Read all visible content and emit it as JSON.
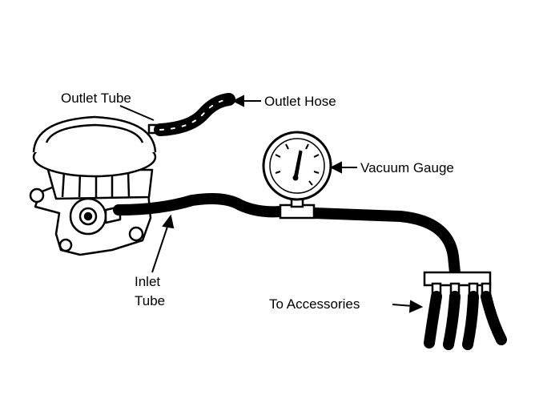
{
  "labels": {
    "outlet_tube": "Outlet Tube",
    "outlet_hose": "Outlet Hose",
    "vacuum_gauge": "Vacuum Gauge",
    "inlet_line1": "Inlet",
    "inlet_line2": "Tube",
    "to_accessories": "To Accessories"
  },
  "colors": {
    "ink": "#000000",
    "paper": "#ffffff"
  }
}
